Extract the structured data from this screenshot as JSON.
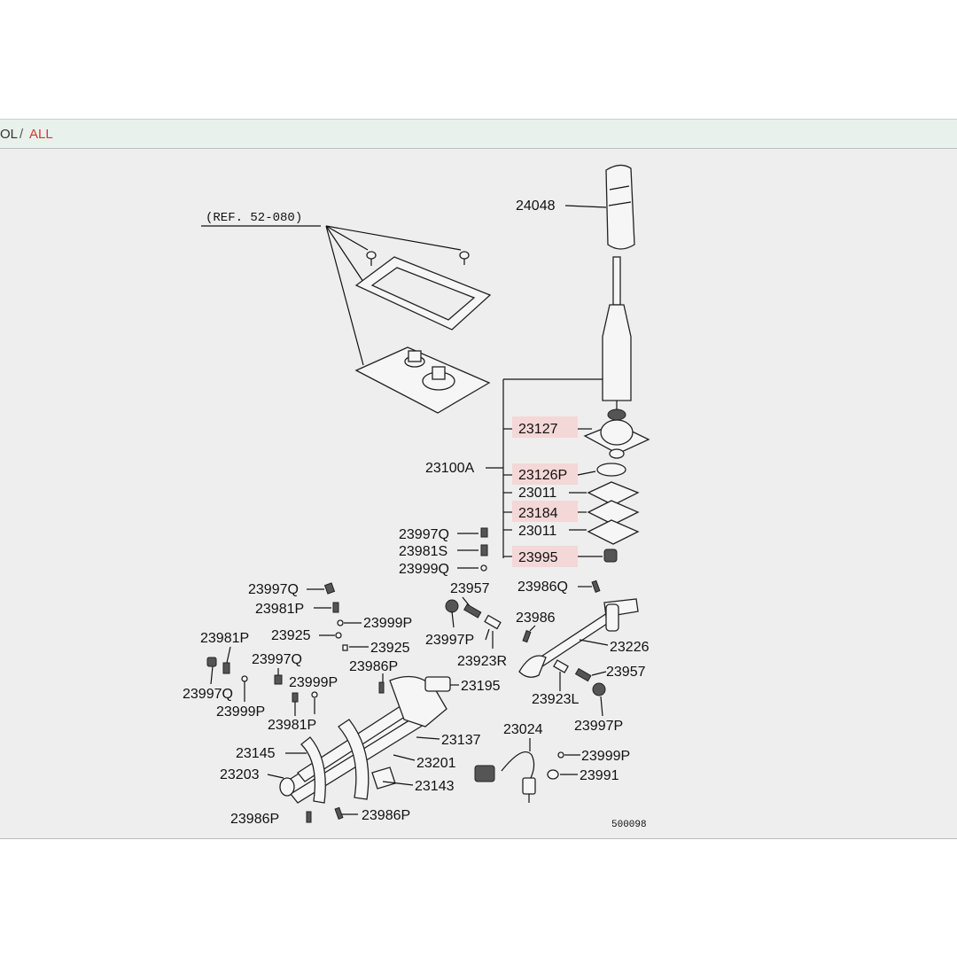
{
  "breadcrumb": {
    "left": "OL",
    "separator": "/",
    "current": "ALL"
  },
  "diagram": {
    "ref_note": "(REF. 52-080)",
    "figure_number": "500098",
    "highlight_color": "#f4d7d7",
    "labels": {
      "p24048": "24048",
      "p23127": "23127",
      "p23100A": "23100A",
      "p23126P": "23126P",
      "p23011a": "23011",
      "p23184": "23184",
      "p23011b": "23011",
      "p23995": "23995",
      "p23997Q_a": "23997Q",
      "p23981S": "23981S",
      "p23999Q": "23999Q",
      "p23997Q_b": "23997Q",
      "p23981P_a": "23981P",
      "p23999P_a": "23999P",
      "p23925_a": "23925",
      "p23925_b": "23925",
      "p23981P_b": "23981P",
      "p23997Q_c": "23997Q",
      "p23986P_a": "23986P",
      "p23999P_b": "23999P",
      "p23997Q_d": "23997Q",
      "p23999P_c": "23999P",
      "p23981P_c": "23981P",
      "p23957_a": "23957",
      "p23997P_a": "23997P",
      "p23986_plain": "23986",
      "p23923R": "23923R",
      "p23986Q": "23986Q",
      "p23226": "23226",
      "p23957_b": "23957",
      "p23923L": "23923L",
      "p23997P_b": "23997P",
      "p23195": "23195",
      "p23137": "23137",
      "p23145": "23145",
      "p23201": "23201",
      "p23203": "23203",
      "p23143": "23143",
      "p23986P_b": "23986P",
      "p23986P_c": "23986P",
      "p23024": "23024",
      "p23999P_d": "23999P",
      "p23991": "23991"
    }
  }
}
